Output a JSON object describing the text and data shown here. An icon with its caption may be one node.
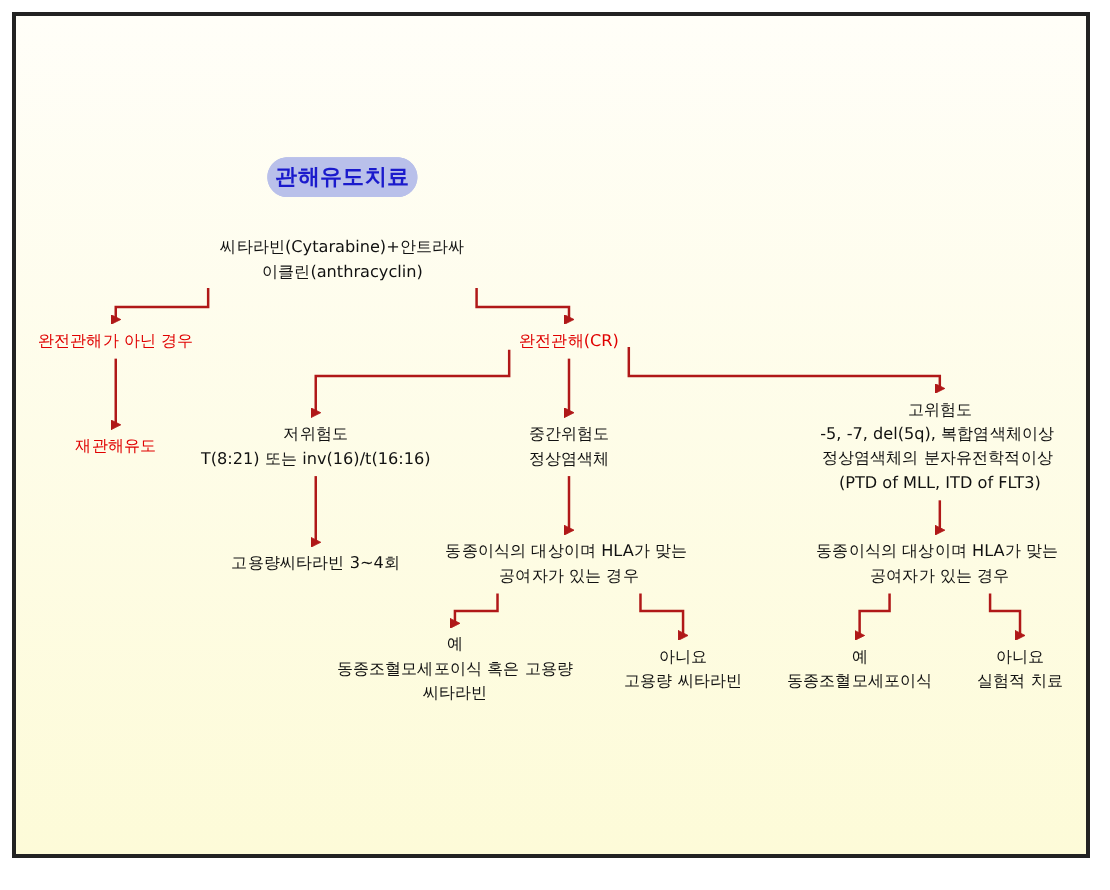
{
  "diagram": {
    "nodes": [
      {
        "text": [
          "관해유도치료"
        ]
      },
      {
        "text": [
          "씨타라빈(Cytarabine)+안트라싸이클린(anthracyclin)"
        ]
      },
      {
        "text": [
          "완전관해(CR)"
        ]
      },
      {
        "text": [
          "완전관해가 아닌 경우"
        ]
      },
      {
        "text": [
          "재관해유도"
        ]
      },
      {
        "text": [
          "저위험도",
          "T(8:21) 또는 inv(16)/t(16:16)"
        ]
      },
      {
        "text": [
          "중간위험도",
          "정상염색체"
        ]
      },
      {
        "text": [
          "고위험도",
          "-5, -7, del(5q), 복합염색체이상 정상염색체의 분자유전학적이상 (PTD of MLL, ITD of FLT3)"
        ]
      },
      {
        "text": [
          "고용량씨타라빈 3~4회"
        ]
      },
      {
        "text": [
          "동종이식의 대상이며 HLA가 맞는 공여자가 있는 경우"
        ]
      },
      {
        "text": [
          "동종이식의 대상이며 HLA가 맞는 공여자가 있는 경우"
        ]
      },
      {
        "text": [
          "예",
          "동종조혈모세포이식 혹은 고용량씨타라빈"
        ]
      },
      {
        "text": [
          "아니요",
          "고용량 씨타라빈"
        ]
      },
      {
        "text": [
          "예",
          "동종조혈모세포이식"
        ]
      },
      {
        "text": [
          "아니요",
          "실험적 치료"
        ]
      }
    ],
    "edges": [
      {
        "from": 1,
        "to": 2,
        "arrow": "to"
      },
      {
        "from": 1,
        "to": 3,
        "arrow": "to"
      },
      {
        "from": 3,
        "to": 4,
        "arrow": "to"
      },
      {
        "from": 2,
        "to": 5,
        "arrow": "to"
      },
      {
        "from": 2,
        "to": 6,
        "arrow": "to"
      },
      {
        "from": 2,
        "to": 7,
        "arrow": "to"
      },
      {
        "from": 5,
        "to": 8,
        "arrow": "to"
      },
      {
        "from": 6,
        "to": 9,
        "arrow": "to"
      },
      {
        "from": 7,
        "to": 10,
        "arrow": "to"
      },
      {
        "from": 9,
        "to": 11,
        "arrow": "to"
      },
      {
        "from": 9,
        "to": 12,
        "arrow": "to"
      },
      {
        "from": 10,
        "to": 13,
        "arrow": "to"
      },
      {
        "from": 10,
        "to": 14,
        "arrow": "to"
      }
    ]
  }
}
